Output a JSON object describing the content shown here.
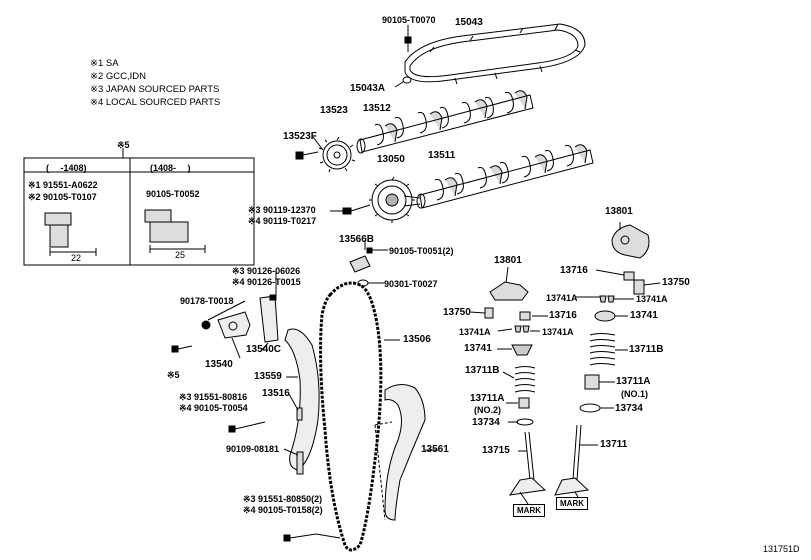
{
  "legend": [
    {
      "mark": "※1",
      "text": "SA"
    },
    {
      "mark": "※2",
      "text": "GCC,IDN"
    },
    {
      "mark": "※3",
      "text": "JAPAN SOURCED PARTS"
    },
    {
      "mark": "※4",
      "text": "LOCAL SOURCED PARTS"
    }
  ],
  "table": {
    "note": "※5",
    "col1_header": "(　 -1408)",
    "col2_header": "(1408-　 )",
    "col1_parts": [
      "※1 91551-A0622",
      "※2 90105-T0107"
    ],
    "col2_parts": [
      "90105-T0052"
    ],
    "col1_dim": "22",
    "col2_dim": "25"
  },
  "labels": {
    "p90105_T0070": "90105-T0070",
    "p15043": "15043",
    "p15043A": "15043A",
    "p13523": "13523",
    "p13512": "13512",
    "p13523F": "13523F",
    "p13050": "13050",
    "p13511": "13511",
    "p3_90119": "※3 90119-12370",
    "p4_90119": "※4 90119-T0217",
    "p13801a": "13801",
    "p13566B": "13566B",
    "p90105_T0051": "90105-T0051(2)",
    "p90301": "90301-T0027",
    "p3_90126": "※3 90126-06026",
    "p4_90126": "※4 90126-T0015",
    "p13801b": "13801",
    "p13716a": "13716",
    "p13750a": "13750",
    "p90178": "90178-T0018",
    "p13741A_a": "13741A",
    "p13741A_b": "13741A",
    "p13750b": "13750",
    "p13716b": "13716",
    "p13741a": "13741",
    "p13506": "13506",
    "p13741A_c": "13741A",
    "p13741A_d": "13741A",
    "p13540C": "13540C",
    "p13540": "13540",
    "p13741b": "13741",
    "p13711B_a": "13711B",
    "p5": "※5",
    "p13559": "13559",
    "p13711B_b": "13711B",
    "p13711A_a": "13711A",
    "p13711A_no1": "(NO.1)",
    "p3_91551": "※3 91551-80816",
    "p4_90105": "※4 90105-T0054",
    "p13516": "13516",
    "p13711A_b": "13711A",
    "p13711A_no2": "(NO.2)",
    "p13734a": "13734",
    "p13734b": "13734",
    "p90109": "90109-08181",
    "p13561": "13561",
    "p13715": "13715",
    "p13711": "13711",
    "p3_91551_2": "※3 91551-80850(2)",
    "p4_90105_2": "※4 90105-T0158(2)",
    "mark1": "MARK",
    "mark2": "MARK",
    "diagram_id": "131751D"
  }
}
